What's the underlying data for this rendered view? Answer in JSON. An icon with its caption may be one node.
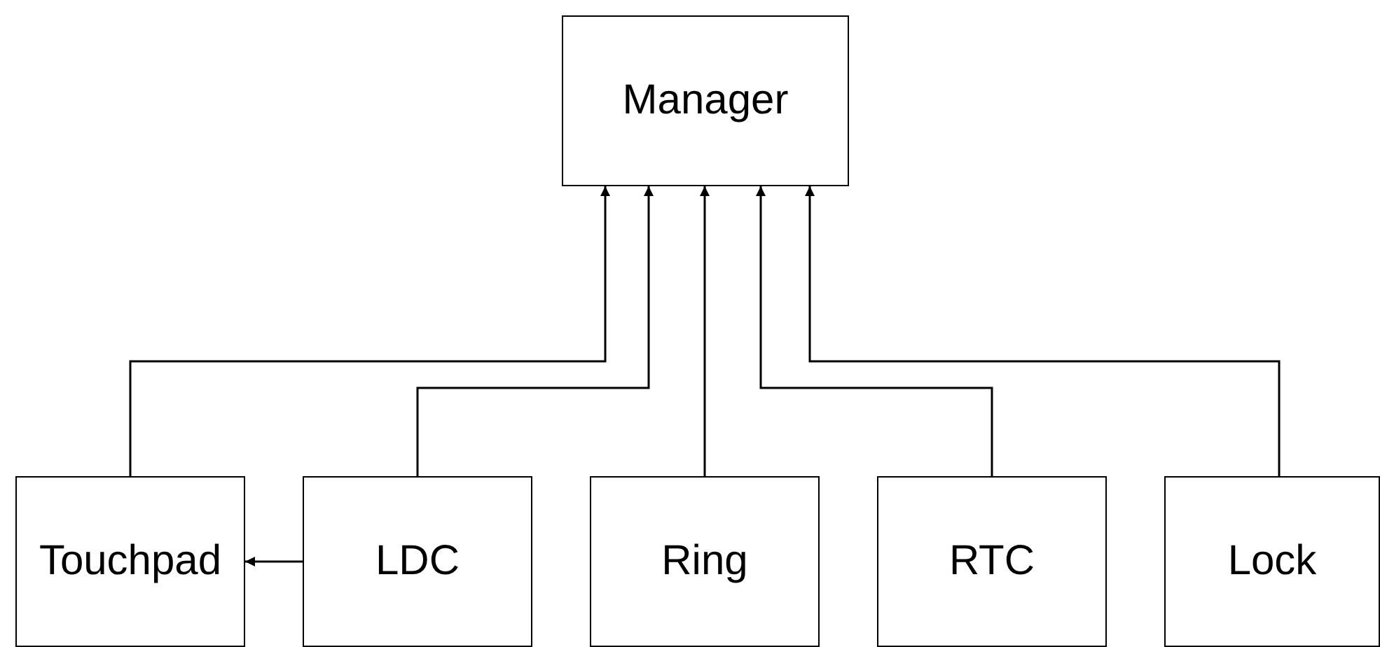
{
  "diagram": {
    "nodes": [
      {
        "text": [
          "Manager"
        ]
      },
      {
        "text": [
          "Touchpad"
        ]
      },
      {
        "text": [
          "LDC"
        ]
      },
      {
        "text": [
          "Ring"
        ]
      },
      {
        "text": [
          "RTC"
        ]
      },
      {
        "text": [
          "Lock"
        ]
      }
    ],
    "edges": [
      {
        "from": 1,
        "to": 0,
        "arrow": "to"
      },
      {
        "from": 2,
        "to": 0,
        "arrow": "to"
      },
      {
        "from": 3,
        "to": 0,
        "arrow": "to"
      },
      {
        "from": 4,
        "to": 0,
        "arrow": "to"
      },
      {
        "from": 5,
        "to": 0,
        "arrow": "to"
      },
      {
        "from": 2,
        "to": 1,
        "arrow": "to"
      }
    ]
  }
}
